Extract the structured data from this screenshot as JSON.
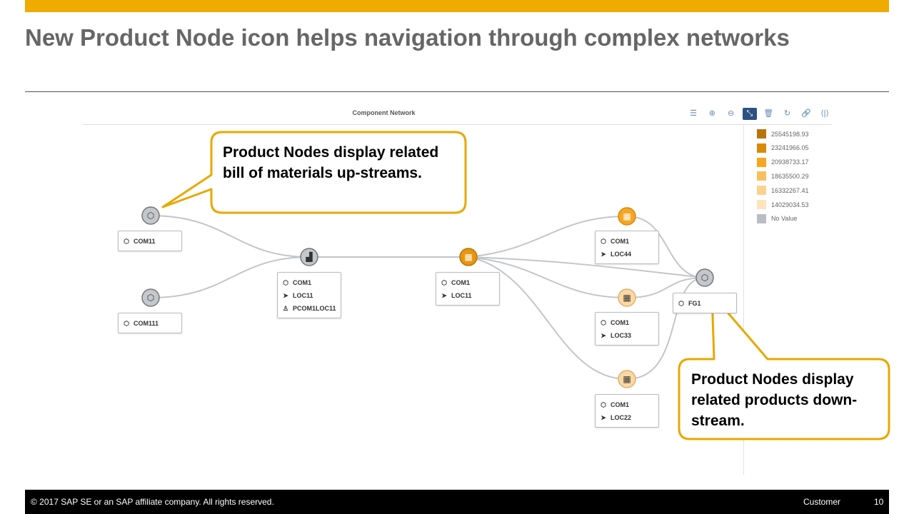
{
  "slide": {
    "title": "New Product Node icon helps navigation through complex networks"
  },
  "panel": {
    "title": "Component Network",
    "toolbar": [
      {
        "icon": "list-icon",
        "g": "☰"
      },
      {
        "icon": "zoom-in-icon",
        "g": "⊕"
      },
      {
        "icon": "zoom-out-icon",
        "g": "⊖"
      },
      {
        "icon": "collapse-icon",
        "g": "⤡"
      },
      {
        "icon": "trash-icon",
        "g": "🗑"
      },
      {
        "icon": "refresh-icon",
        "g": "↻"
      },
      {
        "icon": "link-icon",
        "g": "🔗"
      },
      {
        "icon": "split-icon",
        "g": "⟨|⟩"
      }
    ]
  },
  "legend": [
    {
      "label": "25545198.93",
      "color": "#b8730a"
    },
    {
      "label": "23241966.05",
      "color": "#da8a06"
    },
    {
      "label": "20938733.17",
      "color": "#f5a623"
    },
    {
      "label": "18635500.29",
      "color": "#f9bf5e"
    },
    {
      "label": "16332267.41",
      "color": "#fbd38f"
    },
    {
      "label": "14029034.53",
      "color": "#fde4bd"
    },
    {
      "label": "No Value",
      "color": "#b9bec4"
    }
  ],
  "nodes": {
    "com11": {
      "product": "COM11"
    },
    "com111": {
      "product": "COM111"
    },
    "n1": {
      "product": "COM1",
      "location": "LOC11",
      "resource": "PCOM1LOC11"
    },
    "n2": {
      "product": "COM1",
      "location": "LOC11"
    },
    "n3": {
      "product": "COM1",
      "location": "LOC44"
    },
    "n4": {
      "product": "COM1",
      "location": "LOC33"
    },
    "n5": {
      "product": "COM1",
      "location": "LOC22"
    },
    "fg1": {
      "product": "FG1"
    }
  },
  "callouts": {
    "upstream": "Product Nodes display related bill of materials up-streams.",
    "downstream": "Product Nodes display related products down-stream."
  },
  "footer": {
    "copyright": "© 2017 SAP SE or an SAP affiliate company. All rights reserved.",
    "classification": "Customer",
    "page": "10"
  }
}
